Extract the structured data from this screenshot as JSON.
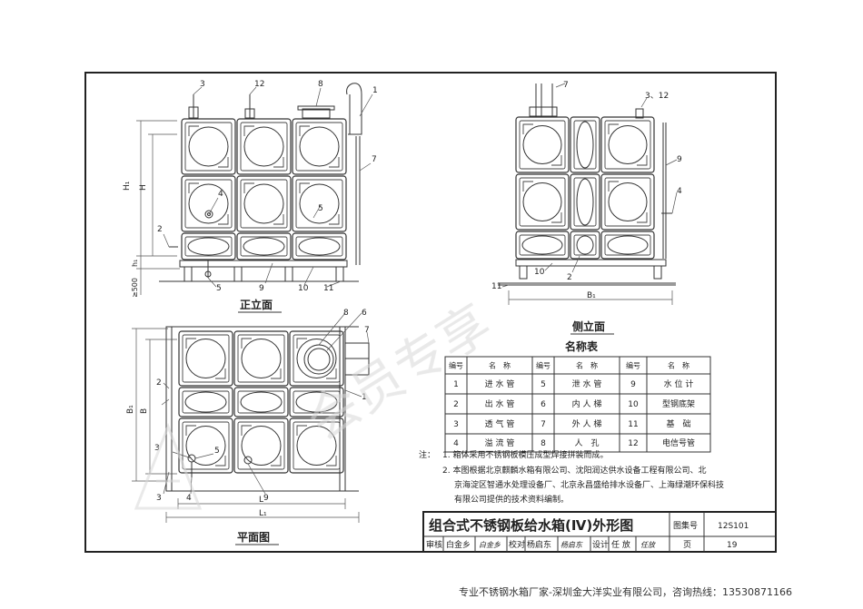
{
  "views": {
    "front_title": "正立面",
    "side_title": "侧立面",
    "plan_title": "平面图"
  },
  "labels": {
    "front": [
      "3",
      "12",
      "8",
      "1",
      "7",
      "4",
      "5",
      "2",
      "5",
      "9",
      "10",
      "11"
    ],
    "side": [
      "7",
      "3、12",
      "9",
      "4",
      "10",
      "2",
      "11"
    ],
    "plan": [
      "8",
      "6",
      "7",
      "2",
      "1",
      "3",
      "5",
      "4",
      "3",
      "9"
    ]
  },
  "dims": {
    "H1": "H₁",
    "H": "H",
    "h1": "h₁",
    "ge500": "≥500",
    "B1": "B₁",
    "B": "B",
    "L": "L",
    "L1": "L₁"
  },
  "parts_table": {
    "title": "名称表",
    "header": [
      "编号",
      "名　称",
      "编号",
      "名　称",
      "编号",
      "名　称"
    ],
    "rows": [
      [
        "1",
        "进 水 管",
        "5",
        "泄 水 管",
        "9",
        "水 位 计"
      ],
      [
        "2",
        "出 水 管",
        "6",
        "内 人 梯",
        "10",
        "型钢底架"
      ],
      [
        "3",
        "透 气 管",
        "7",
        "外 人 梯",
        "11",
        "基　础"
      ],
      [
        "4",
        "溢 流 管",
        "8",
        "人　孔",
        "12",
        "电信号管"
      ]
    ]
  },
  "notes": {
    "label": "注：",
    "items": [
      "1. 箱体采用不锈钢板模压成型焊接拼装而成。",
      "2. 本图根据北京麒麟水箱有限公司、沈阳润达供水设备工程有限公司、北",
      "京海淀区智通水处理设备厂、北京永昌盛给排水设备厂、上海绿潮环保科技",
      "有限公司提供的技术资料编制。"
    ]
  },
  "title_block": {
    "title": "组合式不锈钢板给水箱(Ⅳ)外形图",
    "atlas_label": "图集号",
    "atlas_no": "12S101",
    "review_label": "审核",
    "reviewer": "白金乡",
    "reviewer_sig": "白金乡",
    "check_label": "校对",
    "checker": "杨启东",
    "checker_sig": "杨启东",
    "design_label": "设计",
    "designer": "任 放",
    "designer_sig": "任放",
    "page_label": "页",
    "page_no": "19"
  },
  "watermark": "会员专享",
  "footer": "专业不锈钢水箱厂家-深圳金大洋实业有限公司，咨询热线：13530871166"
}
